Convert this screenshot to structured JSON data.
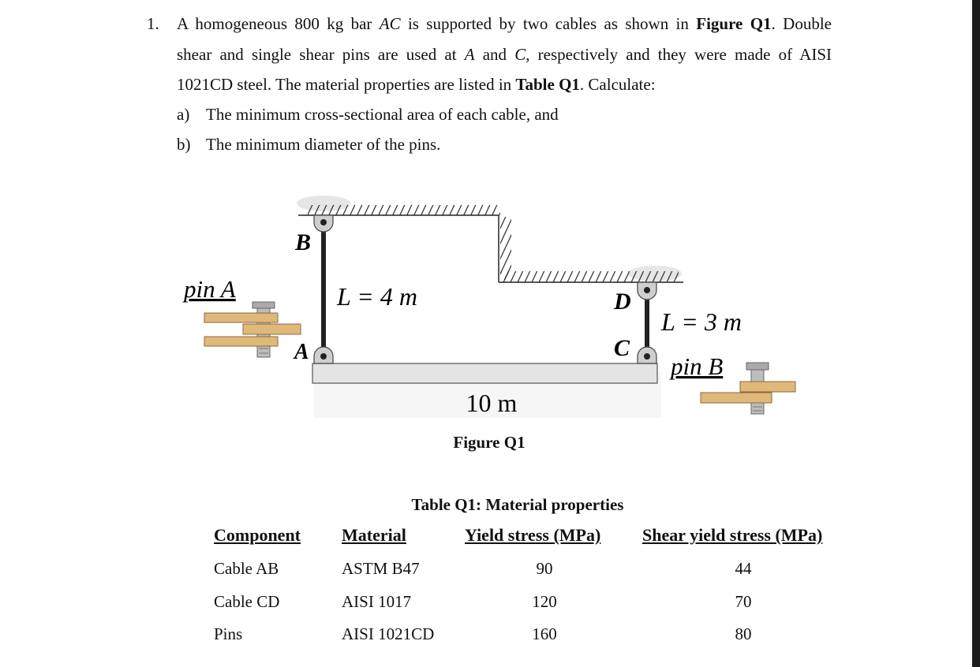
{
  "question": {
    "number": "1.",
    "line1": {
      "t1": "A homogeneous 800 kg bar ",
      "t2": "AC",
      "t3": " is supported by two cables as shown in ",
      "t4": "Figure Q1",
      "t5": ". Double"
    },
    "line2": {
      "t1": "shear and single shear pins are used at ",
      "t2": "A",
      "t3": " and ",
      "t4": "C",
      "t5": ", respectively and they were made of AISI"
    },
    "line3": {
      "t1": "1021CD steel. The material properties are listed in ",
      "t2": "Table Q1",
      "t3": ". Calculate:"
    },
    "parts": [
      {
        "label": "a)",
        "text": "The minimum cross-sectional area of each cable, and"
      },
      {
        "label": "b)",
        "text": "The minimum diameter of the pins."
      }
    ]
  },
  "figure": {
    "label_B": "B",
    "label_A": "A",
    "label_C": "C",
    "label_D": "D",
    "pin_a": "pin A",
    "pin_b": "pin B",
    "length_ab": "L = 4 m",
    "length_cd": "L = 3 m",
    "bar_length": "10 m",
    "caption": "Figure Q1"
  },
  "table": {
    "title": "Table Q1: Material properties",
    "headers": [
      "Component",
      "Material",
      "Yield stress (MPa)",
      "Shear yield stress (MPa)"
    ],
    "rows": [
      [
        "Cable AB",
        "ASTM B47",
        "90",
        "44"
      ],
      [
        "Cable CD",
        "AISI 1017",
        "120",
        "70"
      ],
      [
        "Pins",
        "AISI 1021CD",
        "160",
        "80"
      ]
    ]
  }
}
